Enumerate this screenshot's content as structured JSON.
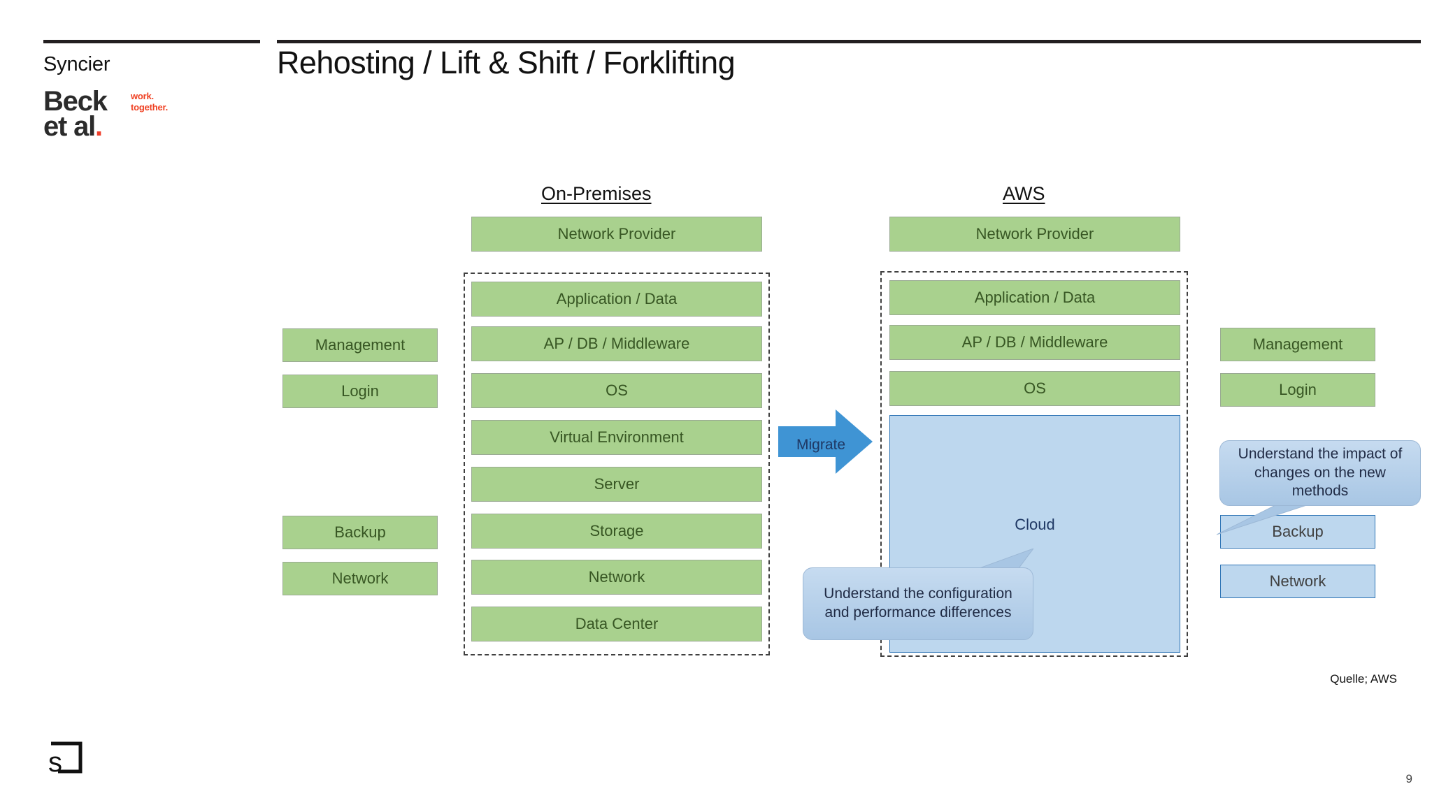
{
  "header": {
    "brand_primary": "Syncier",
    "brand_secondary_line1": "Beck",
    "brand_secondary_line2": "et al",
    "brand_secondary_dot": ".",
    "brand_tagline_line1": "work.",
    "brand_tagline_line2": "together.",
    "title": "Rehosting / Lift & Shift / Forklifting"
  },
  "colors": {
    "green_fill": "#a9d18e",
    "green_text": "#375623",
    "blue_fill": "#bdd7ee",
    "blue_border": "#2e74b5",
    "arrow_blue": "#3f94d4",
    "callout_blue": "#a8c6e4",
    "accent_red": "#ef4123",
    "rule_dark": "#231f20"
  },
  "diagram": {
    "columns": [
      {
        "id": "on-premises",
        "heading": "On-Premises"
      },
      {
        "id": "aws",
        "heading": "AWS"
      }
    ],
    "onprem_side_boxes": [
      {
        "label": "Management",
        "style": "green"
      },
      {
        "label": "Login",
        "style": "green"
      },
      {
        "label": "Backup",
        "style": "green"
      },
      {
        "label": "Network",
        "style": "green"
      }
    ],
    "onprem_network_provider": {
      "label": "Network Provider",
      "style": "green"
    },
    "onprem_stack": [
      {
        "label": "Application / Data",
        "style": "green"
      },
      {
        "label": "AP / DB / Middleware",
        "style": "green"
      },
      {
        "label": "OS",
        "style": "green"
      },
      {
        "label": "Virtual Environment",
        "style": "green"
      },
      {
        "label": "Server",
        "style": "green"
      },
      {
        "label": "Storage",
        "style": "green"
      },
      {
        "label": "Network",
        "style": "green"
      },
      {
        "label": "Data Center",
        "style": "green"
      }
    ],
    "migrate_arrow_label": "Migrate",
    "aws_network_provider": {
      "label": "Network Provider",
      "style": "green"
    },
    "aws_stack": [
      {
        "label": "Application / Data",
        "style": "green"
      },
      {
        "label": "AP / DB / Middleware",
        "style": "green"
      },
      {
        "label": "OS",
        "style": "green"
      }
    ],
    "aws_cloud_box": {
      "label": "Cloud",
      "style": "blue"
    },
    "aws_side_boxes": [
      {
        "label": "Management",
        "style": "green"
      },
      {
        "label": "Login",
        "style": "green"
      },
      {
        "label": "Backup",
        "style": "blue"
      },
      {
        "label": "Network",
        "style": "blue"
      }
    ],
    "callouts": [
      {
        "id": "cloud-callout",
        "text": "Understand the configuration and performance differences"
      },
      {
        "id": "methods-callout",
        "text": "Understand the impact of changes on the new methods"
      }
    ]
  },
  "footer": {
    "source": "Quelle; AWS",
    "page_number": "9"
  }
}
